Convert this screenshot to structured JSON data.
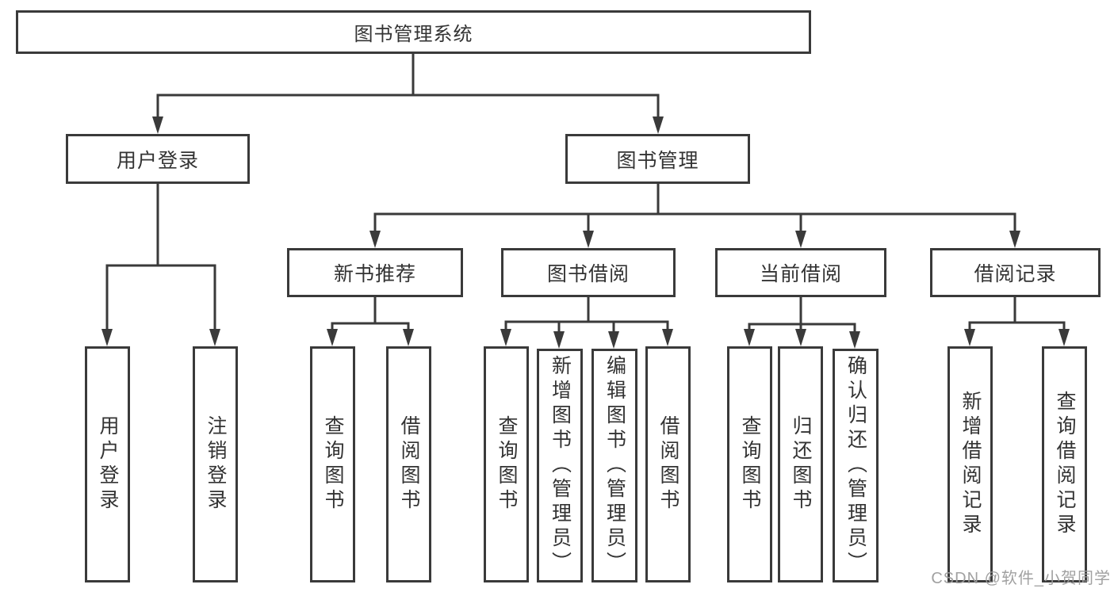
{
  "root": {
    "label": "图书管理系统"
  },
  "branches": [
    {
      "label": "用户登录",
      "leaves": [
        {
          "label": "用户登录"
        },
        {
          "label": "注销登录"
        }
      ]
    },
    {
      "label": "图书管理",
      "groups": [
        {
          "label": "新书推荐",
          "leaves": [
            {
              "label": "查询图书"
            },
            {
              "label": "借阅图书"
            }
          ]
        },
        {
          "label": "图书借阅",
          "leaves": [
            {
              "label": "查询图书"
            },
            {
              "label": "新增图书（管理员）"
            },
            {
              "label": "编辑图书（管理员）"
            },
            {
              "label": "借阅图书"
            }
          ]
        },
        {
          "label": "当前借阅",
          "leaves": [
            {
              "label": "查询图书"
            },
            {
              "label": "归还图书"
            },
            {
              "label": "确认归还（管理员）"
            }
          ]
        },
        {
          "label": "借阅记录",
          "leaves": [
            {
              "label": "新增借阅记录"
            },
            {
              "label": "查询借阅记录"
            }
          ]
        }
      ]
    }
  ],
  "watermark": "CSDN @软件_小贺同学",
  "colors": {
    "line": "#3a3a3a",
    "text": "#333333",
    "watermark": "#9c9c9c",
    "background": "#ffffff"
  }
}
